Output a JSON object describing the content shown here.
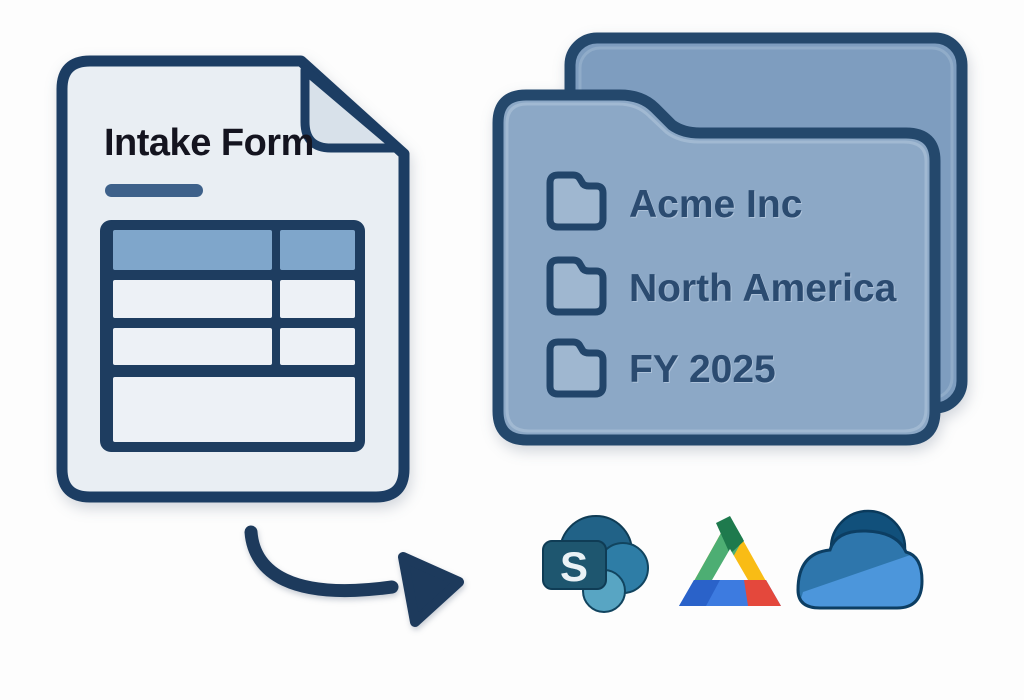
{
  "document": {
    "title": "Intake Form"
  },
  "folder_stack": {
    "folders": [
      {
        "label": "Acme Inc"
      },
      {
        "label": "North America"
      },
      {
        "label": "FY 2025"
      }
    ]
  },
  "destinations": [
    {
      "name": "SharePoint",
      "badge_letter": "S"
    },
    {
      "name": "Google Drive"
    },
    {
      "name": "OneDrive"
    }
  ],
  "colors": {
    "navy_outline": "#1E3C60",
    "folder_outline": "#24486C",
    "document_fill": "#E9EEF3",
    "document_fold": "#D8E1EA",
    "table_header_blue": "#7FA6CB",
    "table_cell": "#EDF1F6",
    "underline_bar": "#3E618A",
    "folder_front_fill": "#8CA8C6",
    "folder_back_fill": "#7E9DBF",
    "mini_folder_fill": "#9FB7D0",
    "folder_label_text": "#2B4B70",
    "title_text": "#14141F",
    "arrow": "#1D3A5C",
    "sharepoint_dark": "#216287",
    "sharepoint_mid": "#2E7DA6",
    "sharepoint_light": "#58A5C3",
    "sharepoint_badge": "#1E566F",
    "drive_green": "#4DAE73",
    "drive_dark_green": "#1E7A4D",
    "drive_yellow": "#F9BC15",
    "drive_blue": "#3D7BE0",
    "drive_dark_blue": "#2A62C9",
    "drive_red": "#E4483C",
    "onedrive_navy": "#11507B",
    "onedrive_mid": "#2E76AC",
    "onedrive_light": "#4C96DB"
  }
}
